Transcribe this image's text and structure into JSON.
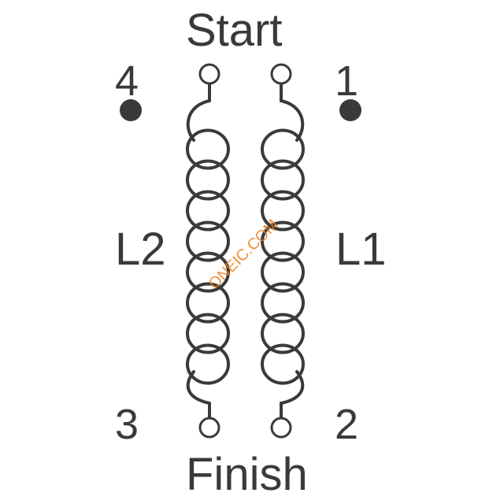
{
  "labels": {
    "start": "Start",
    "finish": "Finish",
    "pin4": "4",
    "pin1": "1",
    "pin3": "3",
    "pin2": "2",
    "coil_left": "L2",
    "coil_right": "L1"
  },
  "watermark": "ONEIC.COM",
  "colors": {
    "stroke": "#3a3a3a",
    "watermark": "#f07d1c"
  }
}
